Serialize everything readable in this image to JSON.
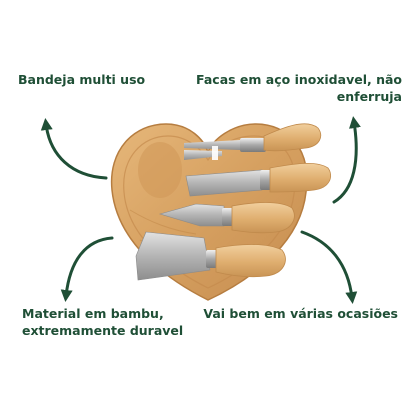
{
  "labels": {
    "top_left": "Bandeja multi uso",
    "top_right_line1": "Facas em aço inoxidavel, não",
    "top_right_line2": "enferruja",
    "bottom_left_line1": "Material em bambu,",
    "bottom_left_line2": "extremamente duravel",
    "bottom_right": "Vai bem em várias ocasiões"
  },
  "colors": {
    "text": "#1f4f36",
    "arrow": "#1f4f36",
    "wood": "#d8a464",
    "steel": "#b9b9b9"
  }
}
